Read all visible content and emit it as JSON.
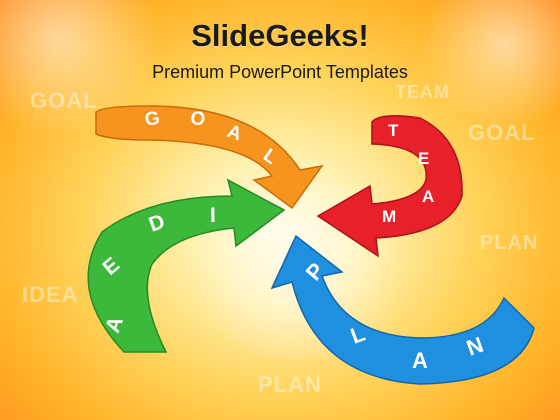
{
  "header": {
    "title": "SlideGeeks!",
    "subtitle": "Premium PowerPoint Templates"
  },
  "background_words": [
    "GOAL",
    "TEAM",
    "GOAL",
    "IDEA",
    "PLAN",
    "PLAN"
  ],
  "arrows": [
    {
      "name": "goal",
      "letters": [
        "G",
        "O",
        "A",
        "L"
      ],
      "color": "#f7941d"
    },
    {
      "name": "team",
      "letters": [
        "T",
        "E",
        "A",
        "M"
      ],
      "color": "#e8202a"
    },
    {
      "name": "idea",
      "letters": [
        "I",
        "D",
        "E",
        "A"
      ],
      "color": "#3cb93a"
    },
    {
      "name": "plan",
      "letters": [
        "P",
        "L",
        "A",
        "N"
      ],
      "color": "#1f8fe0"
    }
  ]
}
